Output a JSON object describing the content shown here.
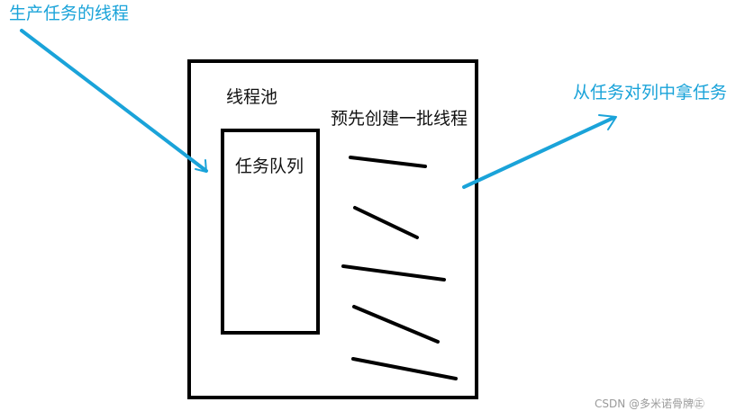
{
  "labels": {
    "producer": "生产任务的线程",
    "consumer": "从任务对列中拿任务",
    "pool": "线程池",
    "precreate": "预先创建一批线程",
    "queue": "任务队列"
  },
  "watermark": "CSDN @多米诺骨牌㊣",
  "colors": {
    "arrow": "#1aa3d9",
    "outline": "#000000",
    "text": "#111111",
    "watermark": "#9a9a9a"
  }
}
